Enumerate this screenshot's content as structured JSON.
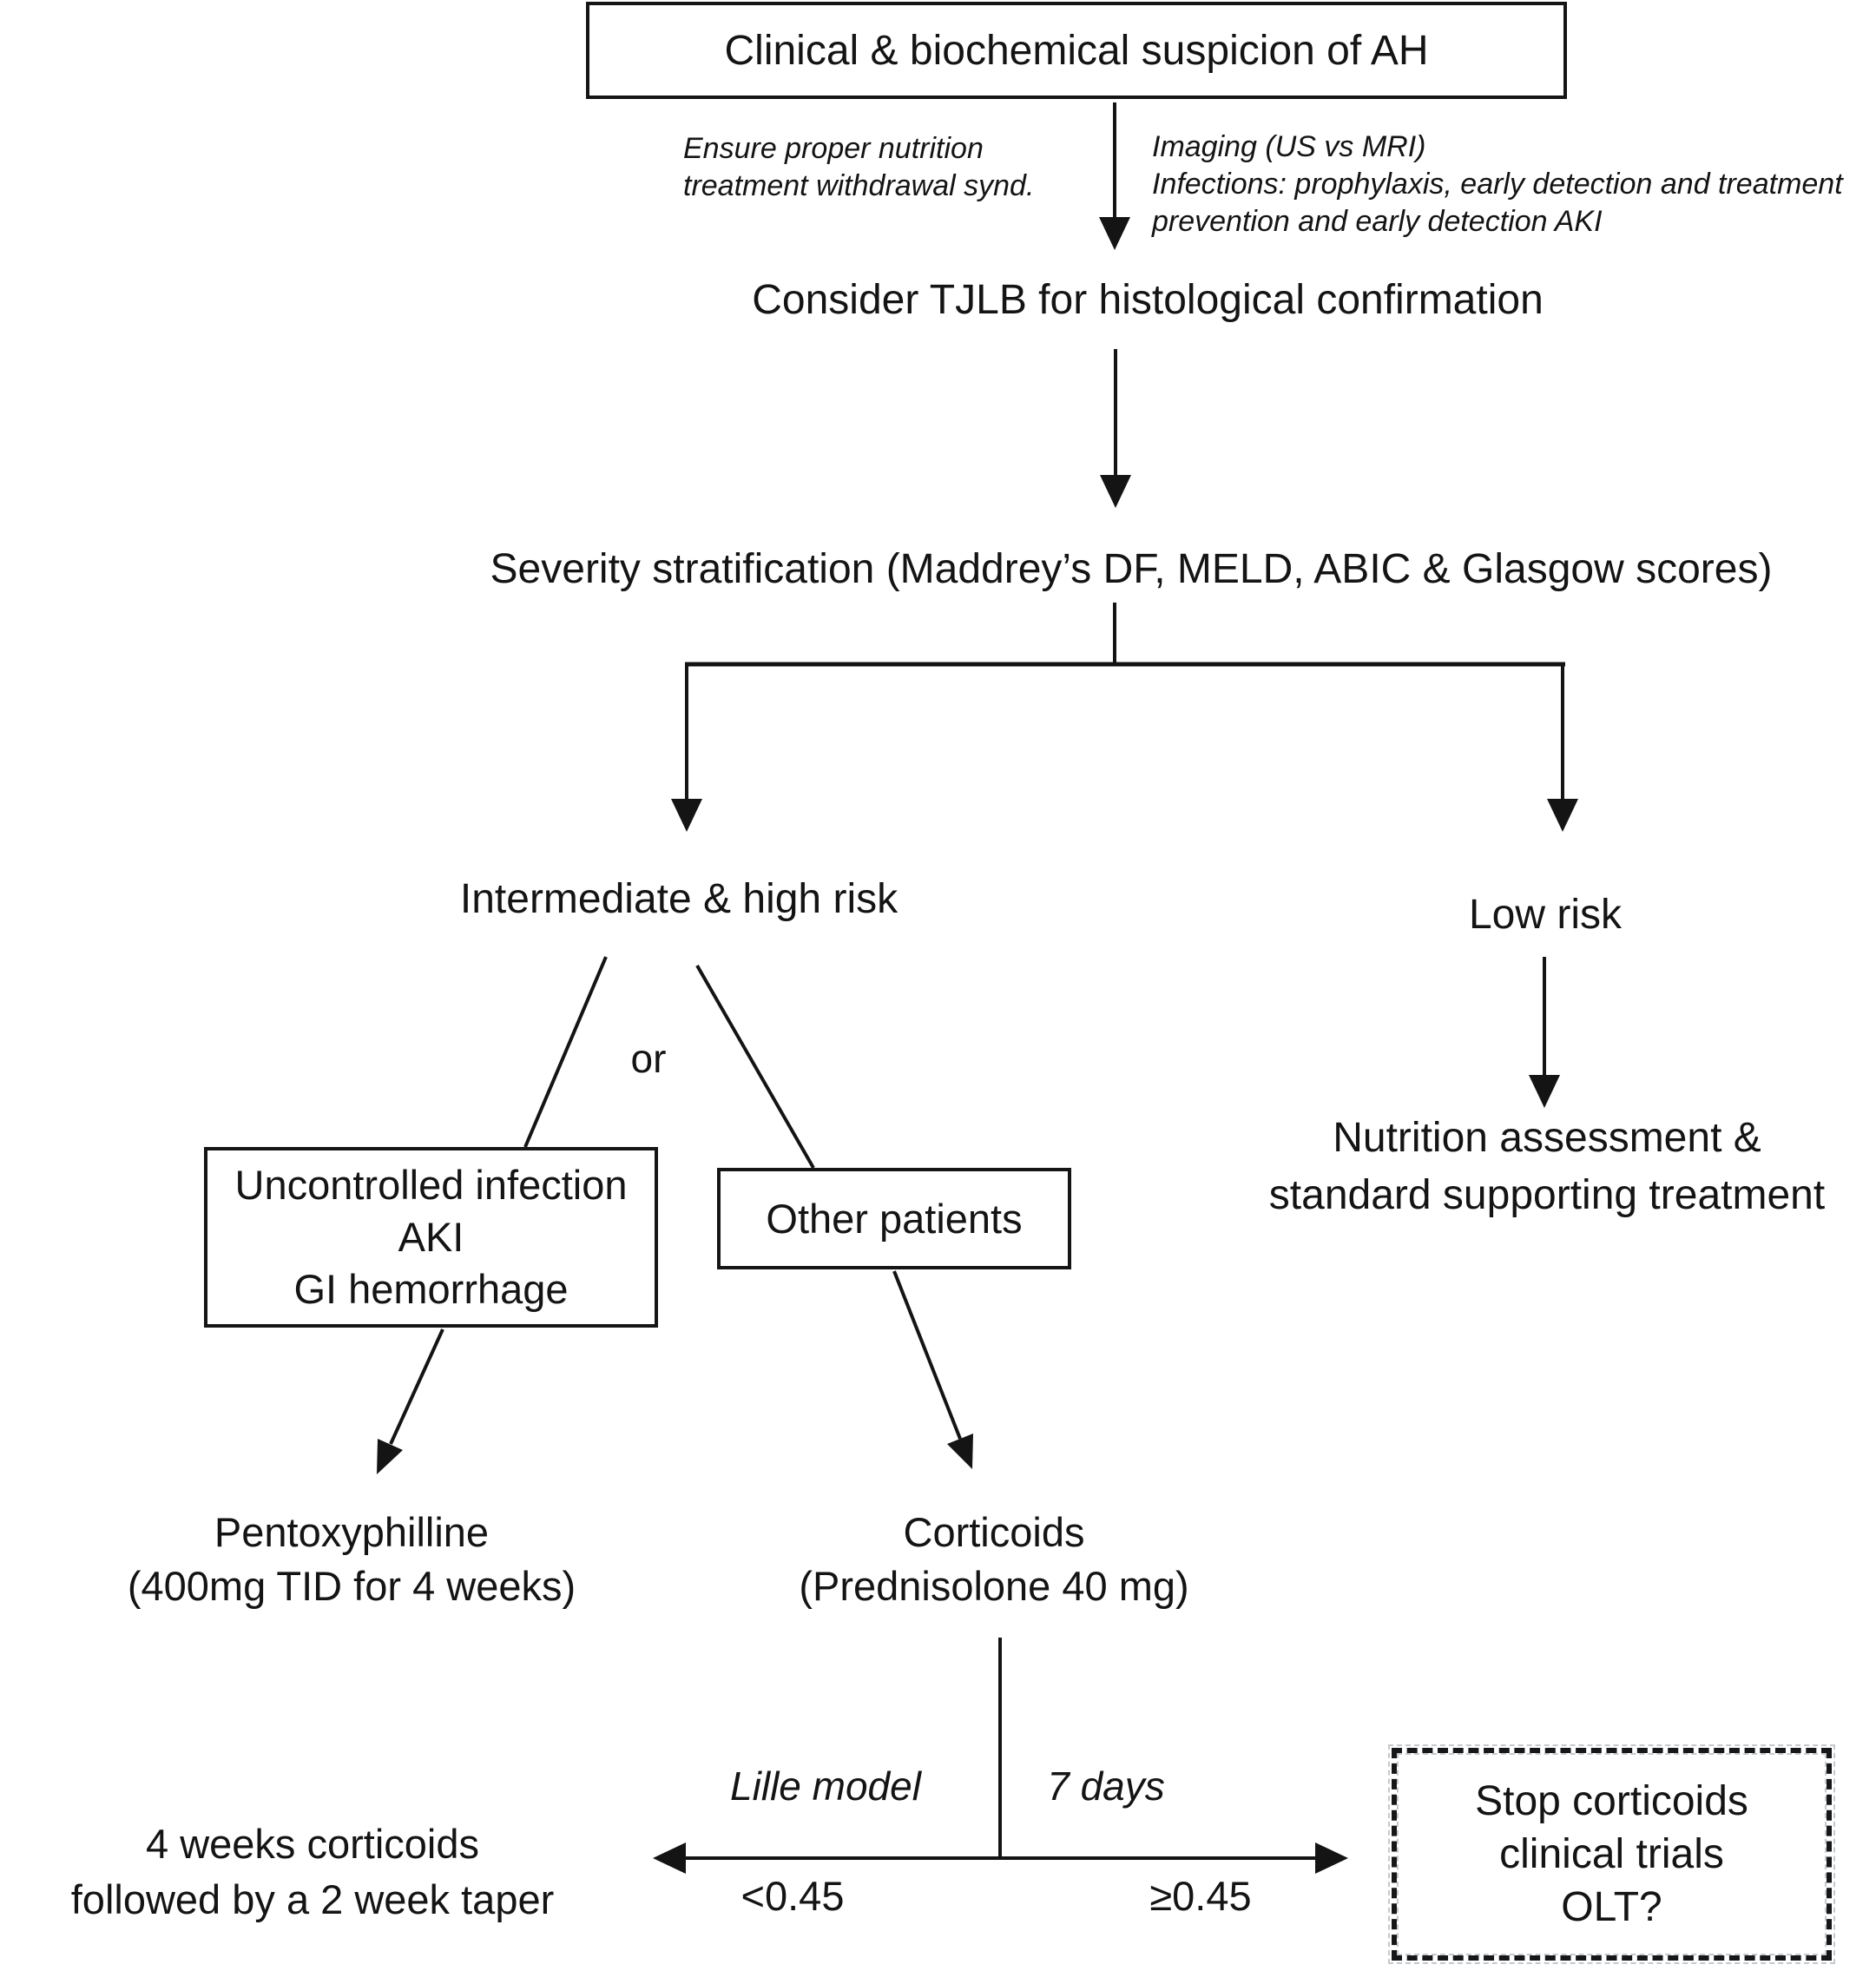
{
  "colors": {
    "ink": "#141414",
    "background": "#ffffff",
    "dashed_accent": "#c3c9cf"
  },
  "diagram": {
    "suspicion_box": "Clinical & biochemical suspicion of AH",
    "note_left": [
      "Ensure proper nutrition",
      "treatment withdrawal synd."
    ],
    "note_right": [
      "Imaging (US vs MRI)",
      "Infections: prophylaxis, early detection and treatment",
      "prevention and early detection AKI"
    ],
    "tjlb": "Consider TJLB for histological confirmation",
    "severity": "Severity stratification (Maddrey’s DF, MELD, ABIC & Glasgow scores)",
    "intermediate_label": "Intermediate & high risk",
    "low_risk_label": "Low risk",
    "or_label": "or",
    "uncontrolled_box": [
      "Uncontrolled infection",
      "AKI",
      "GI hemorrhage"
    ],
    "other_box": "Other patients",
    "nutrition": [
      "Nutrition assessment &",
      "standard supporting treatment"
    ],
    "pentoxyphilline": [
      "Pentoxyphilline",
      "(400mg TID for 4 weeks)"
    ],
    "corticoids": [
      "Corticoids",
      "(Prednisolone 40 mg)"
    ],
    "lille_model_label": "Lille model",
    "seven_days_label": "7 days",
    "lille_low": "<0.45",
    "lille_high": "≥0.45",
    "continue_outcome": [
      "4 weeks corticoids",
      "followed by a 2 week taper"
    ],
    "stop_box": [
      "Stop corticoids",
      "clinical trials",
      "OLT?"
    ]
  }
}
